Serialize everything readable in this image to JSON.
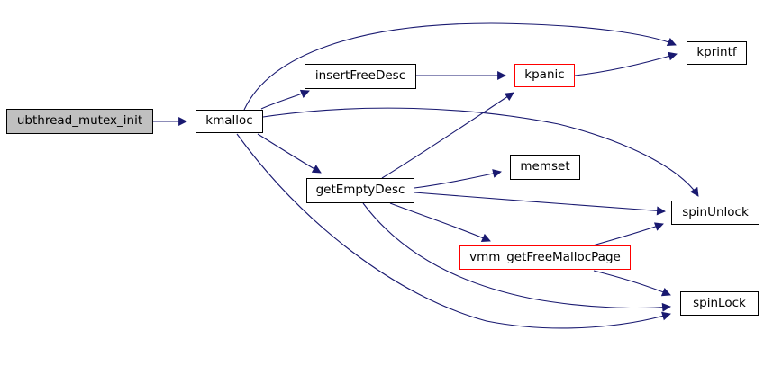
{
  "diagram": {
    "kind": "doxygen-call-graph",
    "background": "#ffffff",
    "edge_color": "#191970",
    "node_border_color": "#000000",
    "node_fill": "#ffffff",
    "root_node_fill": "#c0c0c0",
    "alert_border_color": "#ff0000",
    "text_color": "#000000"
  },
  "nodes": [
    {
      "id": "ubthread_mutex_init",
      "label": "ubthread_mutex_init",
      "style": "root"
    },
    {
      "id": "kmalloc",
      "label": "kmalloc",
      "style": "normal"
    },
    {
      "id": "insertFreeDesc",
      "label": "insertFreeDesc",
      "style": "normal"
    },
    {
      "id": "kpanic",
      "label": "kpanic",
      "style": "alert"
    },
    {
      "id": "kprintf",
      "label": "kprintf",
      "style": "normal"
    },
    {
      "id": "getEmptyDesc",
      "label": "getEmptyDesc",
      "style": "normal"
    },
    {
      "id": "memset",
      "label": "memset",
      "style": "normal"
    },
    {
      "id": "spinUnlock",
      "label": "spinUnlock",
      "style": "normal"
    },
    {
      "id": "vmm_getFreeMallocPage",
      "label": "vmm_getFreeMallocPage",
      "style": "alert"
    },
    {
      "id": "spinLock",
      "label": "spinLock",
      "style": "normal"
    }
  ],
  "edges": [
    {
      "from": "ubthread_mutex_init",
      "to": "kmalloc"
    },
    {
      "from": "kmalloc",
      "to": "insertFreeDesc"
    },
    {
      "from": "kmalloc",
      "to": "kprintf"
    },
    {
      "from": "kmalloc",
      "to": "getEmptyDesc"
    },
    {
      "from": "kmalloc",
      "to": "spinUnlock"
    },
    {
      "from": "kmalloc",
      "to": "spinLock"
    },
    {
      "from": "insertFreeDesc",
      "to": "kpanic"
    },
    {
      "from": "kpanic",
      "to": "kprintf"
    },
    {
      "from": "getEmptyDesc",
      "to": "kpanic"
    },
    {
      "from": "getEmptyDesc",
      "to": "memset"
    },
    {
      "from": "getEmptyDesc",
      "to": "spinUnlock"
    },
    {
      "from": "getEmptyDesc",
      "to": "vmm_getFreeMallocPage"
    },
    {
      "from": "getEmptyDesc",
      "to": "spinLock"
    },
    {
      "from": "vmm_getFreeMallocPage",
      "to": "spinUnlock"
    },
    {
      "from": "vmm_getFreeMallocPage",
      "to": "spinLock"
    }
  ]
}
